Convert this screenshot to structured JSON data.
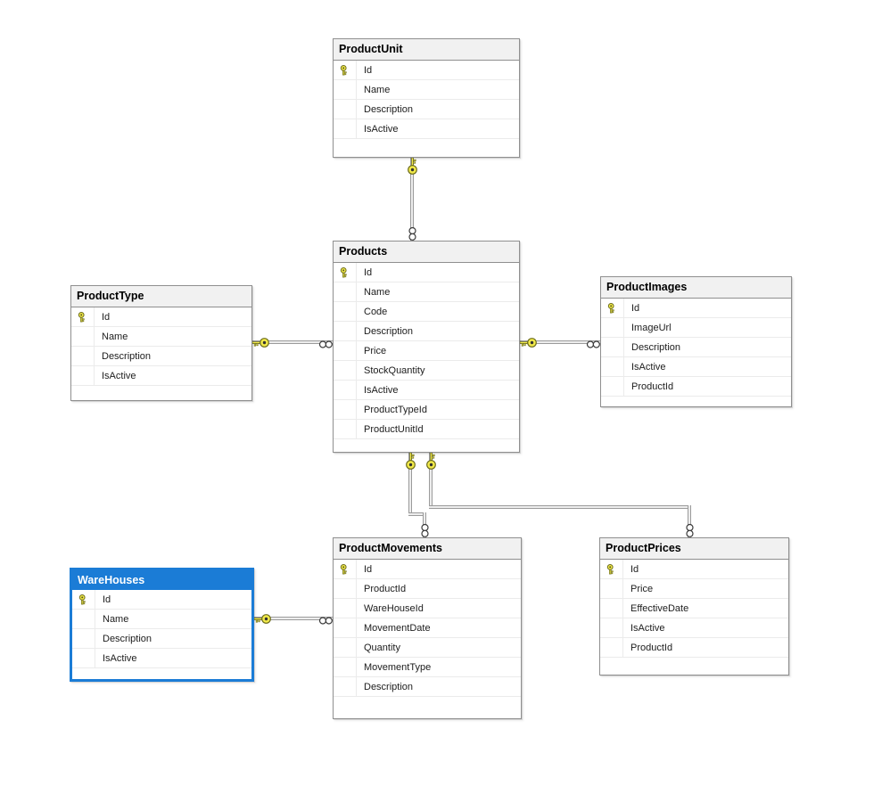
{
  "diagram": {
    "kind": "database-diagram",
    "background": "#ffffff"
  },
  "colors": {
    "table_border": "#8f8f8f",
    "header_background": "#f1f1f1",
    "header_text": "#000000",
    "row_text": "#1c1c1c",
    "row_divider": "#ebebeb",
    "selected_accent": "#1b7cd6",
    "selected_header_text": "#ffffff",
    "connector_fill": "#ededed",
    "connector_edge": "#9b9b9b",
    "key_yellow": "#f2ea49",
    "key_outline": "#6e6e1e",
    "infinity_outline": "#3a3a3a"
  },
  "tables": [
    {
      "name": "ProductUnit",
      "selected": false,
      "columns": [
        {
          "name": "Id",
          "is_primary_key": true
        },
        {
          "name": "Name",
          "is_primary_key": false
        },
        {
          "name": "Description",
          "is_primary_key": false
        },
        {
          "name": "IsActive",
          "is_primary_key": false
        }
      ]
    },
    {
      "name": "Products",
      "selected": false,
      "columns": [
        {
          "name": "Id",
          "is_primary_key": true
        },
        {
          "name": "Name",
          "is_primary_key": false
        },
        {
          "name": "Code",
          "is_primary_key": false
        },
        {
          "name": "Description",
          "is_primary_key": false
        },
        {
          "name": "Price",
          "is_primary_key": false
        },
        {
          "name": "StockQuantity",
          "is_primary_key": false
        },
        {
          "name": "IsActive",
          "is_primary_key": false
        },
        {
          "name": "ProductTypeId",
          "is_primary_key": false
        },
        {
          "name": "ProductUnitId",
          "is_primary_key": false
        }
      ]
    },
    {
      "name": "ProductType",
      "selected": false,
      "columns": [
        {
          "name": "Id",
          "is_primary_key": true
        },
        {
          "name": "Name",
          "is_primary_key": false
        },
        {
          "name": "Description",
          "is_primary_key": false
        },
        {
          "name": "IsActive",
          "is_primary_key": false
        }
      ]
    },
    {
      "name": "ProductImages",
      "selected": false,
      "columns": [
        {
          "name": "Id",
          "is_primary_key": true
        },
        {
          "name": "ImageUrl",
          "is_primary_key": false
        },
        {
          "name": "Description",
          "is_primary_key": false
        },
        {
          "name": "IsActive",
          "is_primary_key": false
        },
        {
          "name": "ProductId",
          "is_primary_key": false
        }
      ]
    },
    {
      "name": "WareHouses",
      "selected": true,
      "columns": [
        {
          "name": "Id",
          "is_primary_key": true
        },
        {
          "name": "Name",
          "is_primary_key": false
        },
        {
          "name": "Description",
          "is_primary_key": false
        },
        {
          "name": "IsActive",
          "is_primary_key": false
        }
      ]
    },
    {
      "name": "ProductMovements",
      "selected": false,
      "columns": [
        {
          "name": "Id",
          "is_primary_key": true
        },
        {
          "name": "ProductId",
          "is_primary_key": false
        },
        {
          "name": "WareHouseId",
          "is_primary_key": false
        },
        {
          "name": "MovementDate",
          "is_primary_key": false
        },
        {
          "name": "Quantity",
          "is_primary_key": false
        },
        {
          "name": "MovementType",
          "is_primary_key": false
        },
        {
          "name": "Description",
          "is_primary_key": false
        }
      ]
    },
    {
      "name": "ProductPrices",
      "selected": false,
      "columns": [
        {
          "name": "Id",
          "is_primary_key": true
        },
        {
          "name": "Price",
          "is_primary_key": false
        },
        {
          "name": "EffectiveDate",
          "is_primary_key": false
        },
        {
          "name": "IsActive",
          "is_primary_key": false
        },
        {
          "name": "ProductId",
          "is_primary_key": false
        }
      ]
    }
  ],
  "relationships": [
    {
      "id": "fk_products_productunit",
      "one_side": "ProductUnit",
      "many_side": "Products",
      "one_symbol": "key",
      "many_symbol": "infinity"
    },
    {
      "id": "fk_products_producttype",
      "one_side": "ProductType",
      "many_side": "Products",
      "one_symbol": "key",
      "many_symbol": "infinity"
    },
    {
      "id": "fk_productimages_products",
      "one_side": "Products",
      "many_side": "ProductImages",
      "one_symbol": "key",
      "many_symbol": "infinity"
    },
    {
      "id": "fk_productmovements_warehouses",
      "one_side": "WareHouses",
      "many_side": "ProductMovements",
      "one_symbol": "key",
      "many_symbol": "infinity"
    },
    {
      "id": "fk_productmovements_products",
      "one_side": "Products",
      "many_side": "ProductMovements",
      "one_symbol": "key",
      "many_symbol": "infinity"
    },
    {
      "id": "fk_productprices_products",
      "one_side": "Products",
      "many_side": "ProductPrices",
      "one_symbol": "key",
      "many_symbol": "infinity"
    }
  ]
}
